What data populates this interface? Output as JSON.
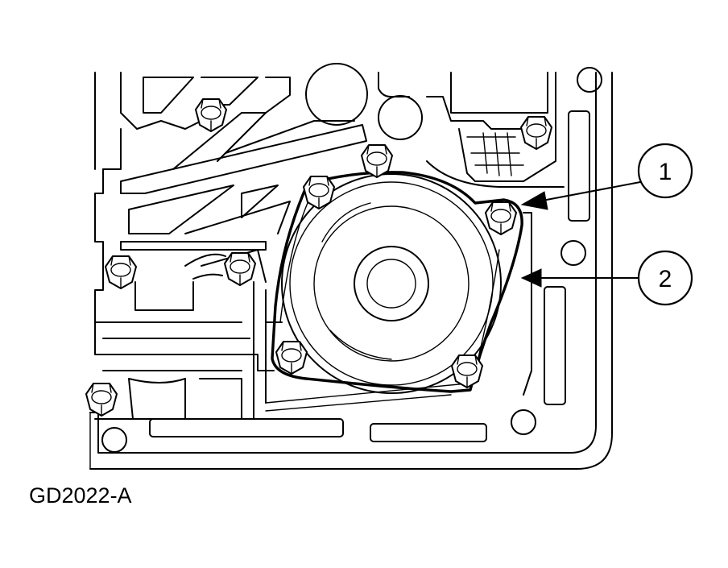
{
  "figure": {
    "id": "GD2022-A"
  },
  "callouts": [
    {
      "number": "1"
    },
    {
      "number": "2"
    }
  ],
  "colors": {
    "line": "#000000",
    "background": "#ffffff"
  }
}
